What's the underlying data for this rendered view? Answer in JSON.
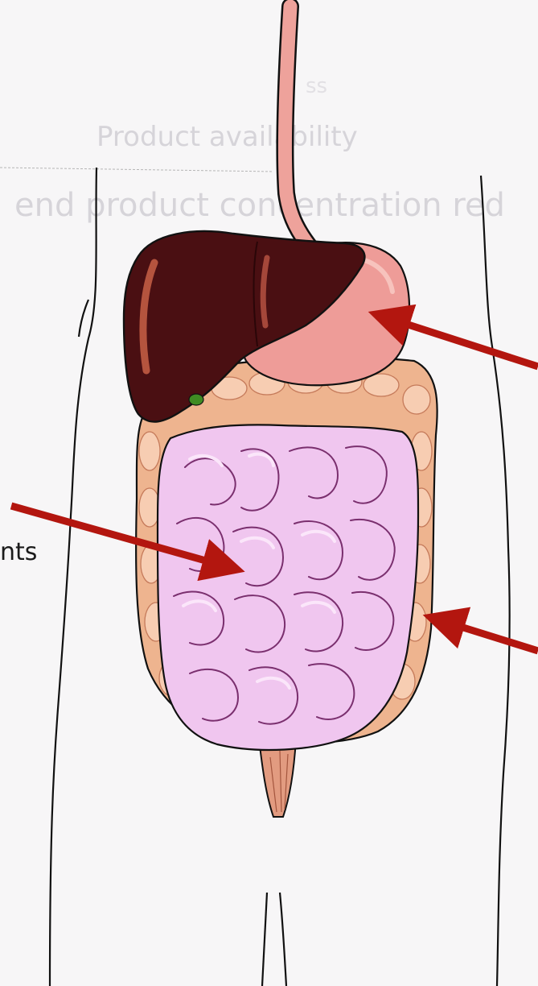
{
  "bleed_through": {
    "line1": "ss",
    "line2": "Product availability",
    "line3": "end product concentration red"
  },
  "side_label": "nts",
  "colors": {
    "background": "#f7f6f7",
    "liver": "#4a0f12",
    "stomach": "#ee9c98",
    "small_intestine": "#f0c6ef",
    "large_intestine": "#eeb48f",
    "arrow": "#b3160f",
    "outline": "#111111"
  },
  "arrow_targets": [
    "stomach",
    "small-intestine",
    "large-intestine"
  ]
}
